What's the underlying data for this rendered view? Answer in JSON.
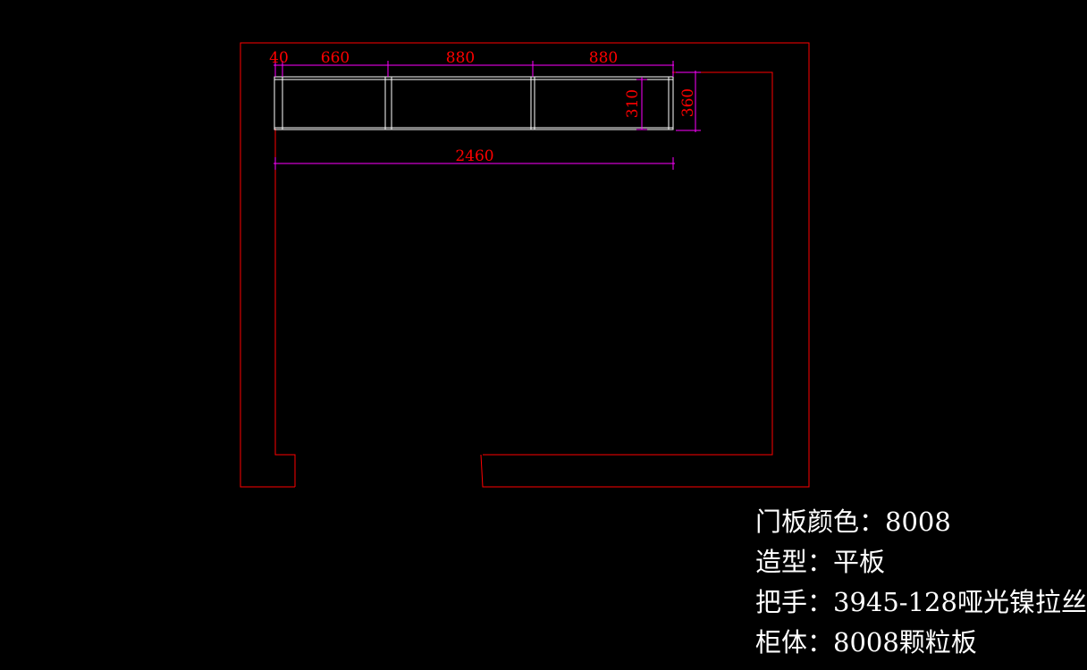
{
  "colors": {
    "background": "#000000",
    "wall": "#ff0000",
    "cabinet": "#ffffff",
    "dimension_line": "#ff00ff",
    "dimension_text": "#ff0000",
    "notes_text": "#ffffff"
  },
  "dimensions": {
    "top_segments": [
      "40",
      "660",
      "880",
      "880"
    ],
    "total_width": "2460",
    "inner_depth": "310",
    "outer_depth": "360"
  },
  "notes": [
    "门板颜色：8008",
    "造型：平板",
    "把手：3945-128哑光镍拉丝",
    "柜体：8008颗粒板"
  ]
}
